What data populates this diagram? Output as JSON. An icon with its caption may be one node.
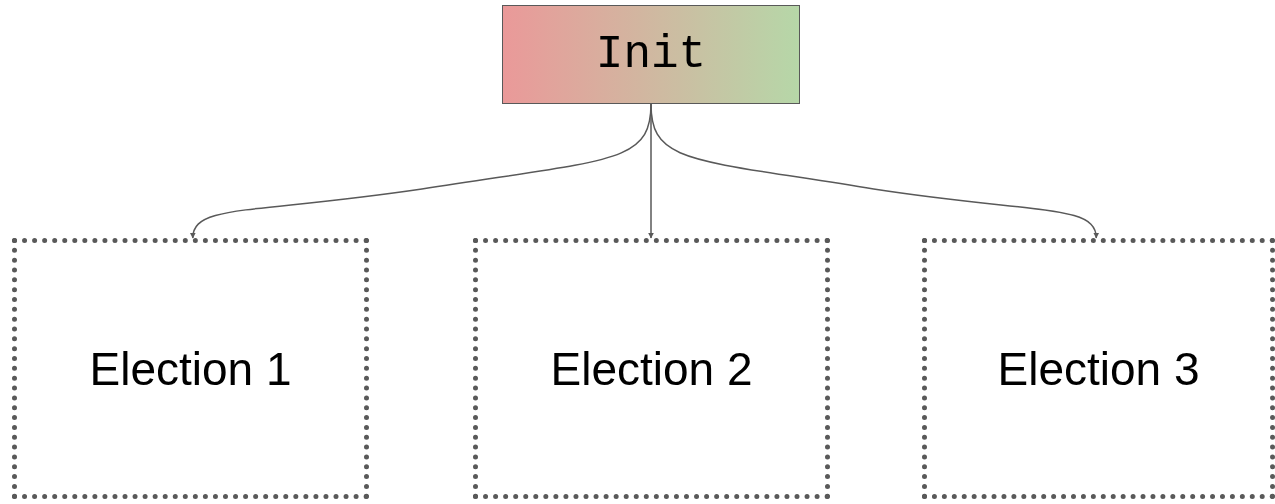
{
  "diagram": {
    "nodes": [
      {
        "text": [
          "Init"
        ]
      },
      {
        "text": [
          "Election 1"
        ]
      },
      {
        "text": [
          "Election 2"
        ]
      },
      {
        "text": [
          "Election 3"
        ]
      }
    ],
    "edges": [
      {
        "from": 0,
        "to": 1,
        "arrow": "to"
      },
      {
        "from": 0,
        "to": 2,
        "arrow": "to"
      },
      {
        "from": 0,
        "to": 3,
        "arrow": "to"
      }
    ]
  }
}
